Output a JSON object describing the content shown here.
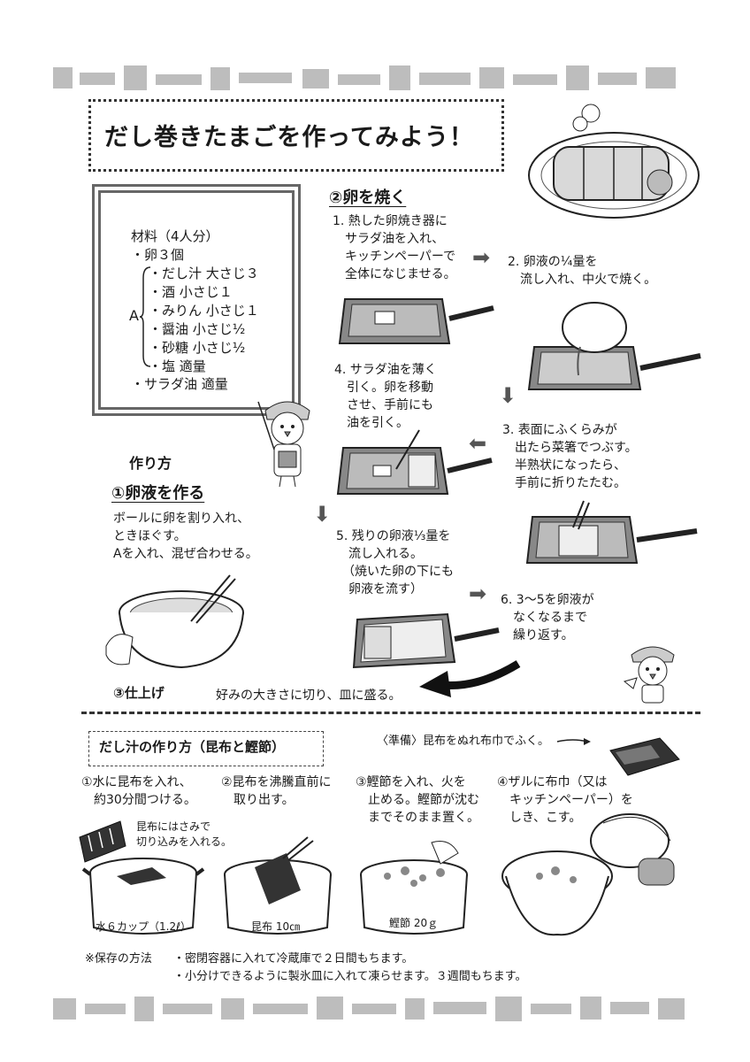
{
  "title": "だし巻きたまごを作ってみよう！",
  "ingredients": {
    "header": "材料（4人分）",
    "eggs": "・卵３個",
    "group_label": "A",
    "group_items": [
      "・だし汁 大さじ３",
      "・酒 小さじ１",
      "・みりん 小さじ１",
      "・醤油 小さじ½",
      "・砂糖 小さじ½",
      "・塩 適量"
    ],
    "oil": "・サラダ油 適量"
  },
  "method_header": "作り方",
  "step1": {
    "title": "①卵液を作る",
    "text": "ボールに卵を割り入れ、\nときほぐす。\nAを入れ、混ぜ合わせる。"
  },
  "step2": {
    "title": "②卵を焼く",
    "s1": "1. 熱した卵焼き器に\n　サラダ油を入れ、\n　キッチンペーパーで\n　全体になじませる。",
    "s2": "2. 卵液の¼量を\n　流し入れ、中火で焼く。",
    "s3": "3. 表面にふくらみが\n　出たら菜箸でつぶす。\n　半熟状になったら、\n　手前に折りたたむ。",
    "s4": "4. サラダ油を薄く\n　引く。卵を移動\n　させ、手前にも\n　油を引く。",
    "s5": "5. 残りの卵液⅓量を\n　流し入れる。\n　（焼いた卵の下にも\n　卵液を流す）",
    "s6": "6. 3〜5を卵液が\n　なくなるまで\n　繰り返す。"
  },
  "step3": {
    "title": "③仕上げ",
    "text": "好みの大きさに切り、皿に盛る。"
  },
  "dashi": {
    "title": "だし汁の作り方（昆布と鰹節）",
    "prep": "〈準備〉昆布をぬれ布巾でふく。",
    "s1": "①水に昆布を入れ、\n　約30分間つける。",
    "s2": "②昆布を沸騰直前に\n　取り出す。",
    "s3": "③鰹節を入れ、火を\n　止める。鰹節が沈む\n　までそのまま置く。",
    "s4": "④ザルに布巾（又は\n　キッチンペーパー）を\n　しき、こす。",
    "note_kombu": "昆布にはさみで\n切り込みを入れる。",
    "label_water": "水６カップ（1.2ℓ）",
    "label_kombu": "昆布 10㎝",
    "label_katsuo": "鰹節 20ｇ"
  },
  "storage": {
    "label": "※保存の方法",
    "line1": "・密閉容器に入れて冷蔵庫で２日間もちます。",
    "line2": "・小分けできるように製氷皿に入れて凍らせます。３週間もちます。"
  }
}
